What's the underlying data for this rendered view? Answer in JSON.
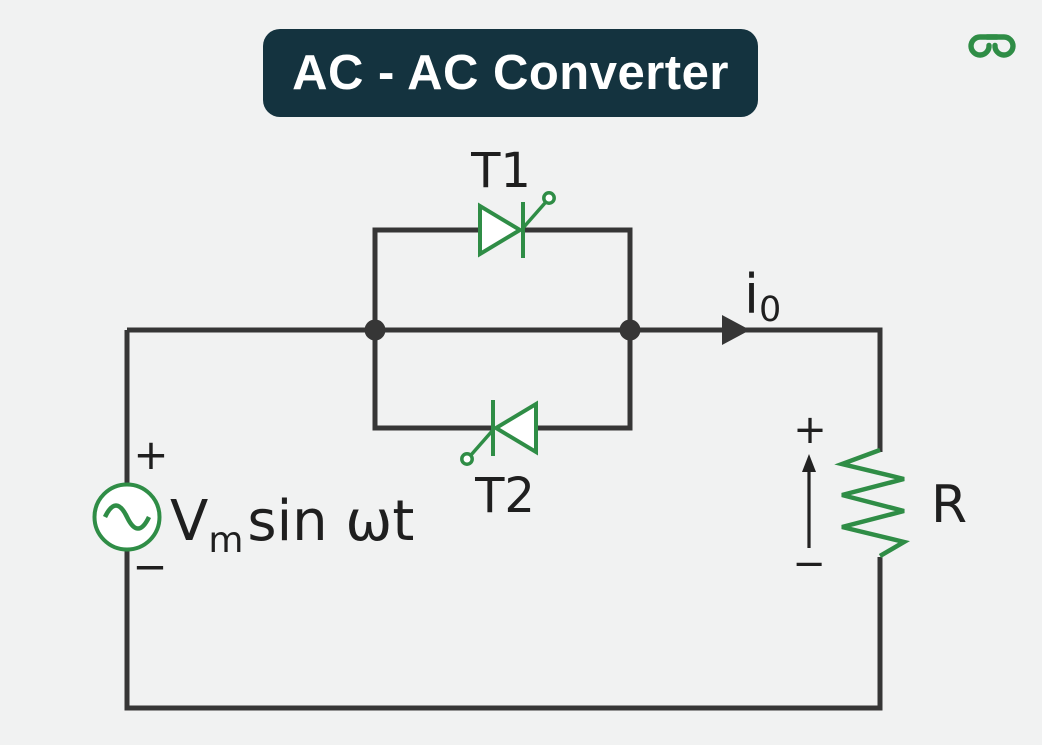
{
  "colors": {
    "background": "#f1f2f2",
    "banner": "#14333f",
    "banner_text": "#ffffff",
    "wire": "#363636",
    "green": "#2f8d46",
    "label": "#1f1f1f"
  },
  "header": {
    "title": "AC - AC Converter"
  },
  "brand": {
    "logo_name": "geeksforgeeks-logo"
  },
  "circuit": {
    "thyristor_top": {
      "label": "T1"
    },
    "thyristor_bottom": {
      "label": "T2"
    },
    "output_current": {
      "base": "i",
      "sub": "0"
    },
    "source": {
      "plus": "+",
      "minus": "−",
      "label_v": "V",
      "label_sub": "m",
      "label_fn": "sin ωt"
    },
    "load": {
      "plus": "+",
      "minus": "−",
      "label": "R"
    }
  }
}
